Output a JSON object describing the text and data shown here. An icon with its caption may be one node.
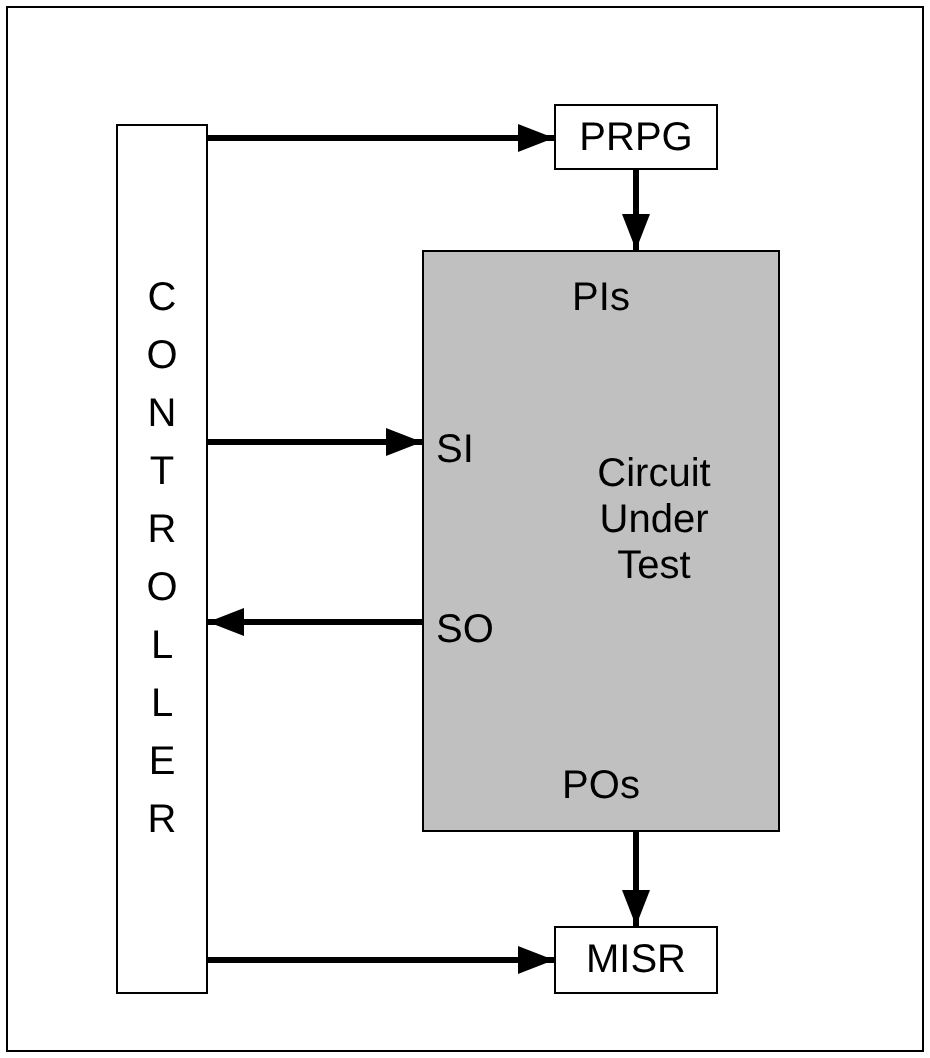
{
  "diagram": {
    "nodes": [
      {
        "text": [
          "CONTROLLER"
        ]
      },
      {
        "text": [
          "PRPG"
        ]
      },
      {
        "text": [
          "PIs",
          "SI",
          "Circuit Under Test",
          "SO",
          "POs"
        ]
      },
      {
        "text": [
          "MISR"
        ]
      }
    ],
    "edges": [
      {
        "from": 0,
        "to": 1,
        "arrow": "to"
      },
      {
        "from": 1,
        "to": 2,
        "arrow": "to"
      },
      {
        "from": 0,
        "to": 2,
        "arrow": "to"
      },
      {
        "from": 2,
        "to": 0,
        "arrow": "to"
      },
      {
        "from": 2,
        "to": 3,
        "arrow": "to"
      },
      {
        "from": 0,
        "to": 3,
        "arrow": "to"
      }
    ]
  }
}
